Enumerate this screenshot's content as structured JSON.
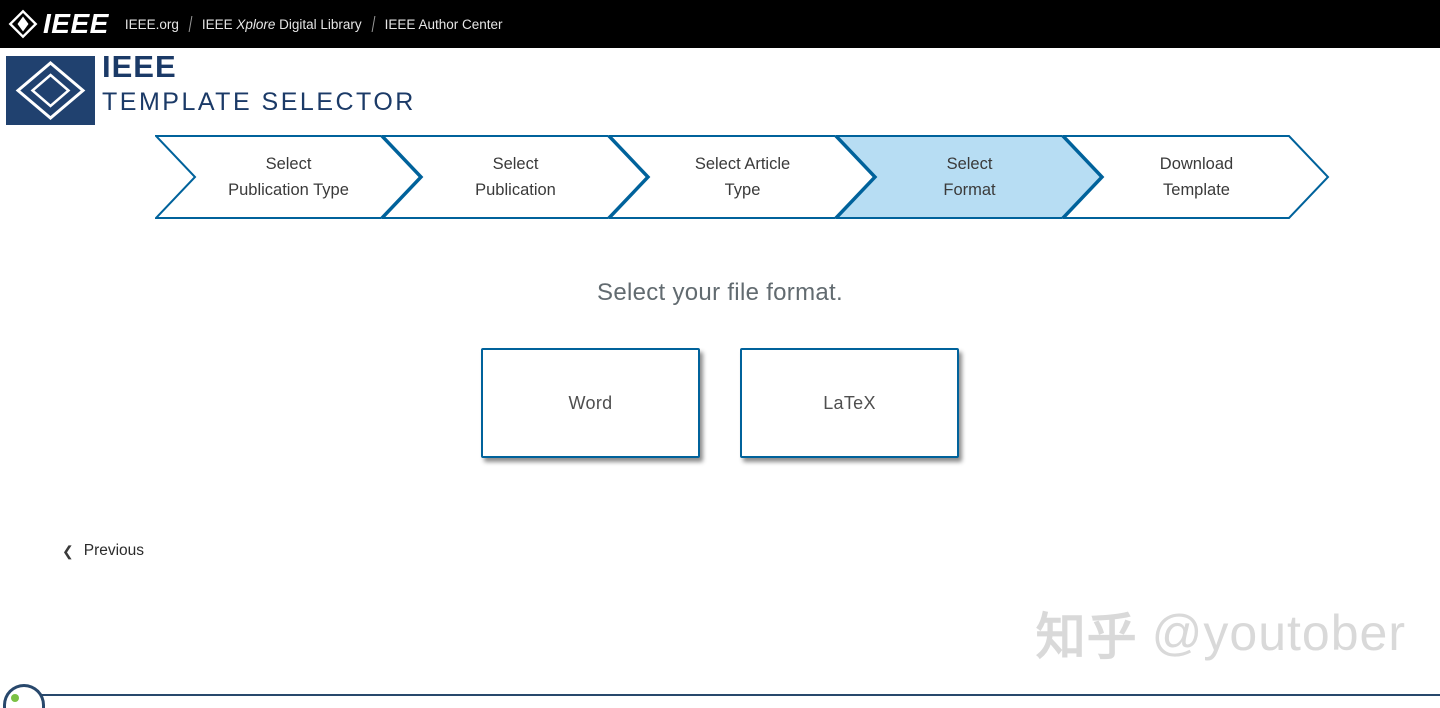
{
  "top_bar": {
    "brand": "IEEE",
    "links": {
      "ieee_org": "IEEE.org",
      "xplore_prefix": "IEEE ",
      "xplore_italic": "Xplore",
      "xplore_suffix": " Digital Library",
      "author_center": "IEEE Author Center"
    }
  },
  "header": {
    "title_line1": "IEEE",
    "title_line2": "TEMPLATE SELECTOR"
  },
  "steps": [
    {
      "line1": "Select",
      "line2": "Publication Type",
      "active": false
    },
    {
      "line1": "Select",
      "line2": "Publication",
      "active": false
    },
    {
      "line1": "Select Article",
      "line2": "Type",
      "active": false
    },
    {
      "line1": "Select",
      "line2": "Format",
      "active": true
    },
    {
      "line1": "Download",
      "line2": "Template",
      "active": false
    }
  ],
  "main": {
    "heading": "Select your file format.",
    "options": [
      {
        "label": "Word"
      },
      {
        "label": "LaTeX"
      }
    ],
    "previous_icon": "❮",
    "previous_label": "Previous"
  },
  "watermark": {
    "brand": "知乎",
    "handle": "@youtober"
  },
  "colors": {
    "topbar_bg": "#000000",
    "ieee_blue": "#00629b",
    "navy": "#1b3a67",
    "active_step_fill": "#b7ddf3",
    "watermark_gray": "#d9d9d9"
  }
}
